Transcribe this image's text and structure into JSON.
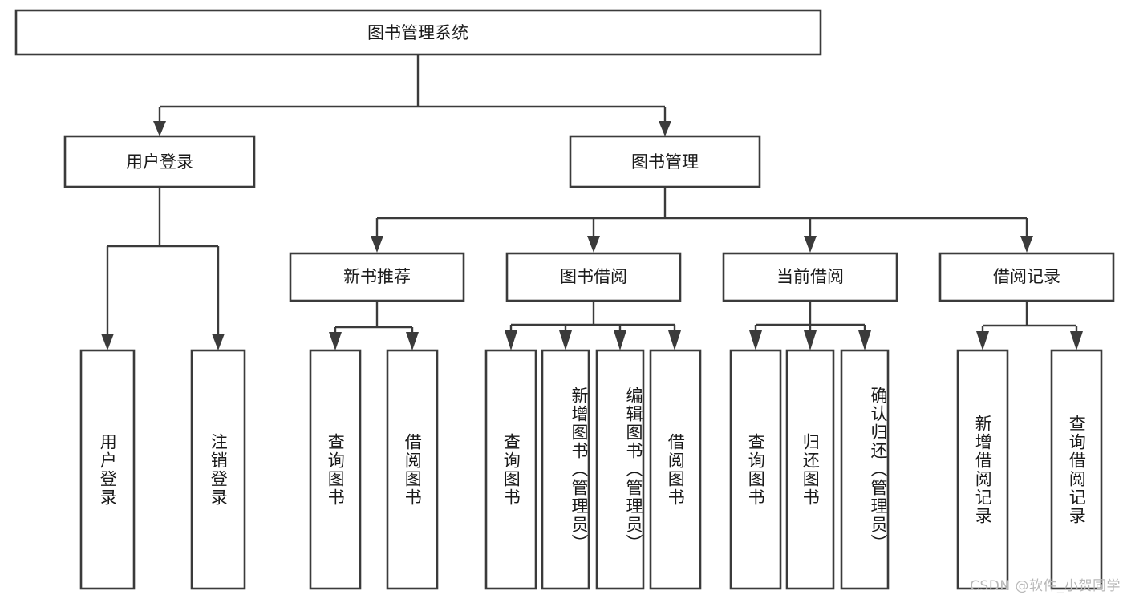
{
  "diagram": {
    "title": "图书管理系统",
    "type": "tree-hierarchy-chart",
    "root": {
      "id": "root",
      "label": "图书管理系统"
    },
    "level2": [
      {
        "id": "user-login",
        "label": "用户登录"
      },
      {
        "id": "book-management",
        "label": "图书管理"
      }
    ],
    "level3": [
      {
        "id": "new-book-recommend",
        "label": "新书推荐",
        "parent": "book-management"
      },
      {
        "id": "book-borrow",
        "label": "图书借阅",
        "parent": "book-management"
      },
      {
        "id": "current-borrow",
        "label": "当前借阅",
        "parent": "book-management"
      },
      {
        "id": "borrow-record",
        "label": "借阅记录",
        "parent": "book-management"
      }
    ],
    "leaves": [
      {
        "id": "leaf-user-login",
        "label": "用户登录",
        "parent": "user-login"
      },
      {
        "id": "leaf-logout-login",
        "label": "注销登录",
        "parent": "user-login"
      },
      {
        "id": "leaf-query-book-1",
        "label": "查询图书",
        "parent": "new-book-recommend"
      },
      {
        "id": "leaf-borrow-book-1",
        "label": "借阅图书",
        "parent": "new-book-recommend"
      },
      {
        "id": "leaf-query-book-2",
        "label": "查询图书",
        "parent": "book-borrow"
      },
      {
        "id": "leaf-add-book",
        "label": "新增图书（管理员）",
        "parent": "book-borrow"
      },
      {
        "id": "leaf-edit-book",
        "label": "编辑图书（管理员）",
        "parent": "book-borrow"
      },
      {
        "id": "leaf-borrow-book-2",
        "label": "借阅图书",
        "parent": "book-borrow"
      },
      {
        "id": "leaf-query-book-3",
        "label": "查询图书",
        "parent": "current-borrow"
      },
      {
        "id": "leaf-return-book",
        "label": "归还图书",
        "parent": "current-borrow"
      },
      {
        "id": "leaf-confirm-return",
        "label": "确认归还（管理员）",
        "parent": "current-borrow"
      },
      {
        "id": "leaf-add-record",
        "label": "新增借阅记录",
        "parent": "borrow-record"
      },
      {
        "id": "leaf-query-record",
        "label": "查询借阅记录",
        "parent": "borrow-record"
      }
    ]
  },
  "watermark": {
    "text": "CSDN @软件_小贺同学"
  },
  "colors": {
    "stroke": "#3b3b3b",
    "fill": "#ffffff",
    "text": "#1a1a1a",
    "watermark": "#b8b8b8"
  }
}
